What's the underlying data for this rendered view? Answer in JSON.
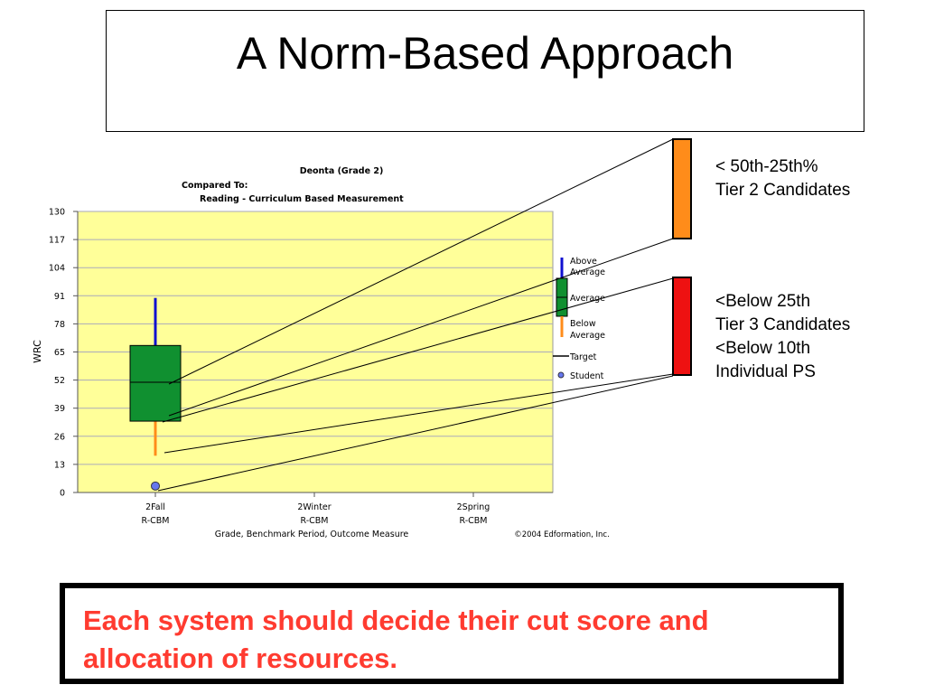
{
  "slide": {
    "title": "A Norm-Based Approach",
    "callout_orange": [
      "< 50th-25th%",
      "Tier 2 Candidates"
    ],
    "callout_red": [
      "<Below 25th",
      "Tier 3 Candidates",
      "<Below 10th",
      "Individual PS"
    ],
    "bottom_text": "Each system should decide their cut score and allocation of resources.",
    "colors": {
      "orange": "#ff8c1a",
      "red": "#ee1111",
      "bottom_text": "#ff3b30"
    }
  },
  "chart_data": {
    "type": "boxplot",
    "title_lines": [
      "Deonta (Grade 2)",
      "Compared To:",
      "Reading - Curriculum Based Measurement"
    ],
    "ylabel": "WRC",
    "xlabel": "Grade, Benchmark Period, Outcome Measure",
    "copyright": "©2004 Edformation, Inc.",
    "ylim": [
      0,
      130
    ],
    "yticks": [
      0,
      13,
      26,
      39,
      52,
      65,
      78,
      91,
      104,
      117,
      130
    ],
    "categories": [
      {
        "line1": "2Fall",
        "line2": "R-CBM"
      },
      {
        "line1": "2Winter",
        "line2": "R-CBM"
      },
      {
        "line1": "2Spring",
        "line2": "R-CBM"
      }
    ],
    "boxes": [
      {
        "category": 0,
        "above_average_max": 90,
        "box_top": 68,
        "median": 51,
        "box_bottom": 33,
        "below_average_min": 17,
        "student": 3
      }
    ],
    "legend": [
      {
        "label": [
          "Above",
          "Average"
        ],
        "kind": "above",
        "color": "#1010d0"
      },
      {
        "label": [
          "Average"
        ],
        "kind": "average",
        "color": "#109030"
      },
      {
        "label": [
          "Below",
          "Average"
        ],
        "kind": "below",
        "color": "#ff8c1a"
      },
      {
        "label": [
          "Target"
        ],
        "kind": "target",
        "color": "#000000"
      },
      {
        "label": [
          "Student"
        ],
        "kind": "student",
        "color": "#6677ee"
      }
    ],
    "grid": true,
    "background": "#ffff99"
  }
}
